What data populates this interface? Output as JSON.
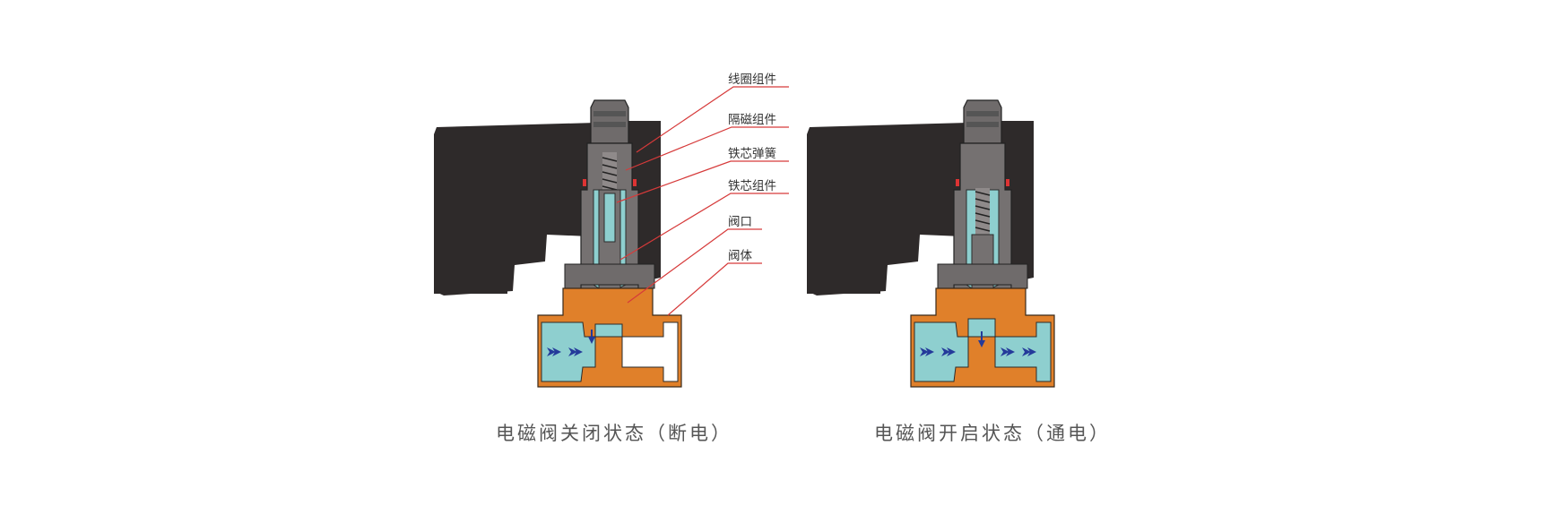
{
  "labels": {
    "coil_assembly": "线圈组件",
    "isolation_assembly": "隔磁组件",
    "plunger_spring": "铁芯弹簧",
    "plunger_assembly": "铁芯组件",
    "valve_port": "阀口",
    "valve_body": "阀体"
  },
  "captions": {
    "closed": "电磁阀关闭状态（断电）",
    "open": "电磁阀开启状态（通电）"
  },
  "colors": {
    "coil": "#2e2a2a",
    "tube": "#757171",
    "tube_dark": "#4d4a4a",
    "fluid": "#8ecfcf",
    "fluid_outline": "#2b2b2b",
    "body": "#e0802a",
    "plunger_seal": "#111111",
    "leader_line": "#d63a3a",
    "arrow": "#243a9a"
  }
}
